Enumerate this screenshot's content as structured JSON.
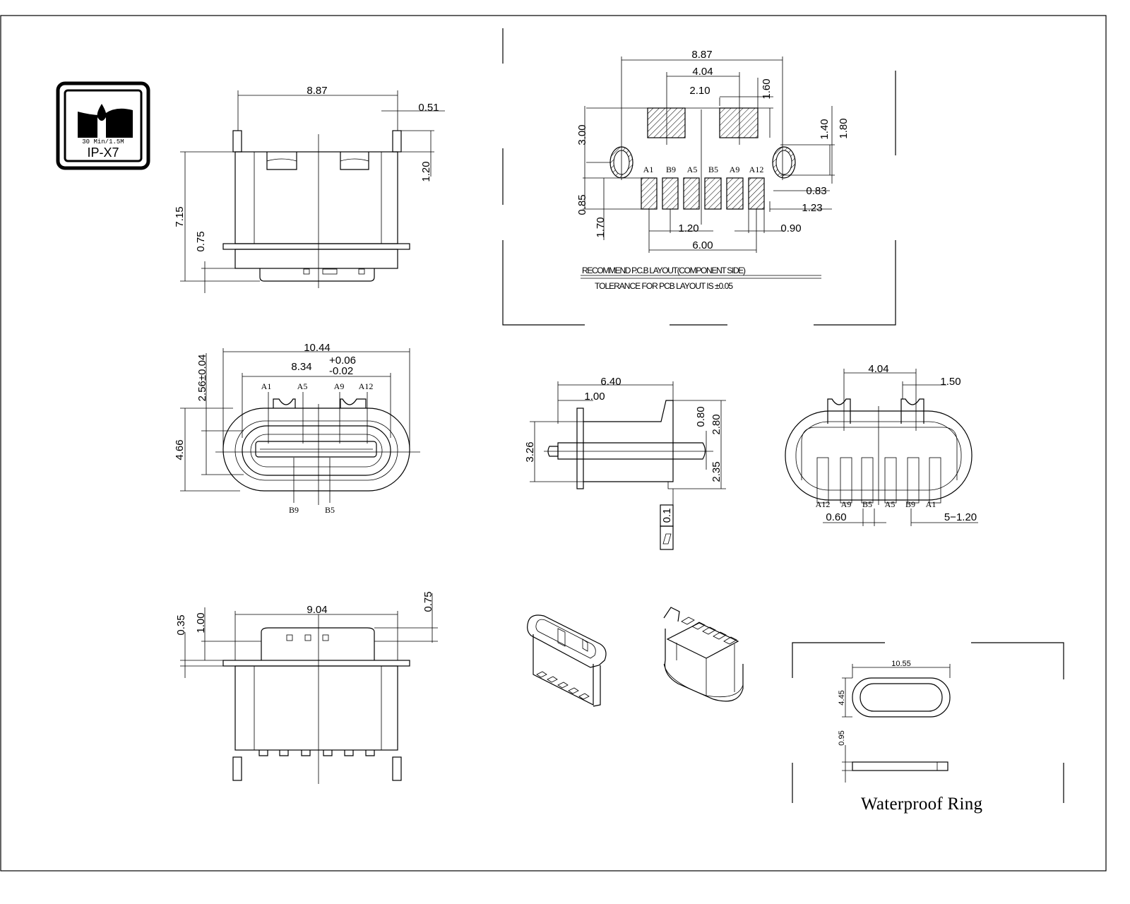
{
  "badge": {
    "rating_text": "30 Min/1.5M",
    "label": "IP-X7"
  },
  "side_view": {
    "width": "8.87",
    "pin_offset": "0.51",
    "pin_height": "1.20",
    "total_height": "7.15",
    "bottom_step": "0.75"
  },
  "front_view": {
    "outer_width": "10.44",
    "inner_width": "8.34",
    "tol_plus": "+0.06",
    "tol_minus": "-0.02",
    "height": "4.66",
    "opening": "2.56±0.04",
    "top_pins": [
      "A1",
      "A5",
      "A9",
      "A12"
    ],
    "bottom_pins": [
      "B9",
      "B5"
    ]
  },
  "bottom_view": {
    "width": "9.04",
    "flange": "0.35",
    "step": "1.00",
    "top": "0.75"
  },
  "pcb_layout": {
    "overall": "8.87",
    "pad_span": "4.04",
    "pad_width": "2.10",
    "pad_height": "1.60",
    "pad_offset": "3.00",
    "hole_height_inner": "1.40",
    "hole_height_outer": "1.80",
    "hole_width_inner": "0.83",
    "hole_width_outer": "1.23",
    "signal_offset": "0.85",
    "signal_height": "1.70",
    "pitch": "1.20",
    "pad_w": "0.90",
    "span": "6.00",
    "pins": [
      "A1",
      "B9",
      "A5",
      "B5",
      "A9",
      "A12"
    ],
    "title": "RECOMMEND P.C.B LAYOUT(COMPONENT SIDE)",
    "tolerance": "TOLERANCE FOR PCB LAYOUT IS ±0.05"
  },
  "profile_view": {
    "length": "6.40",
    "flange": "1.00",
    "height": "3.26",
    "a": "0.80",
    "b": "2.80",
    "c": "2.35",
    "flatness": "0.1"
  },
  "rear_view": {
    "span": "4.04",
    "tab": "1.50",
    "pins": [
      "A12",
      "A9",
      "B5",
      "A5",
      "B9",
      "A1"
    ],
    "pin_width": "0.60",
    "pitch": "5−1.20"
  },
  "ring": {
    "width": "10.55",
    "height": "4.45",
    "thickness": "0.95",
    "title": "Waterproof Ring"
  }
}
